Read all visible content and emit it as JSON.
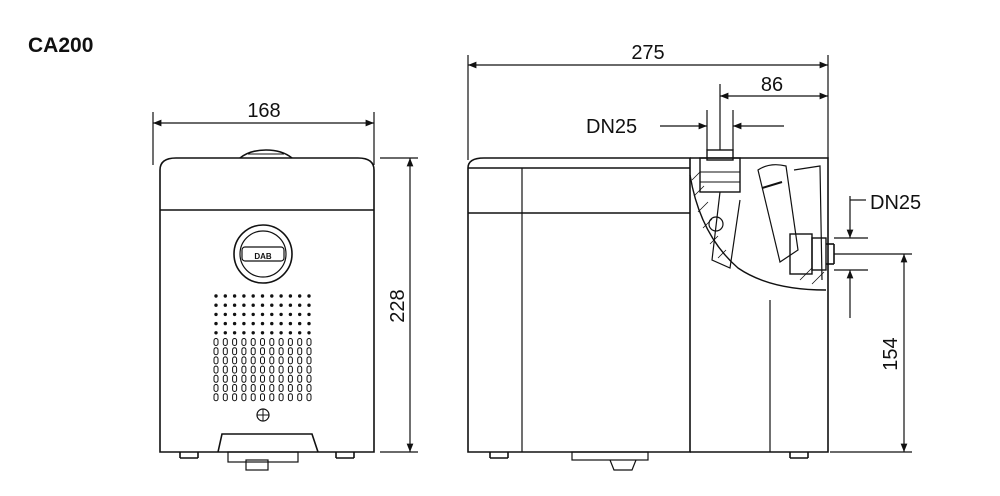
{
  "title": "CA200",
  "front_view": {
    "width_label": "168",
    "height_label": "228",
    "logo_text": "DAB"
  },
  "side_view": {
    "width_label": "275",
    "top_offset_label": "86",
    "inlet_label": "DN25",
    "outlet_label": "DN25",
    "outlet_height_label": "154"
  },
  "colors": {
    "line": "#111111",
    "fill": "#ffffff"
  }
}
